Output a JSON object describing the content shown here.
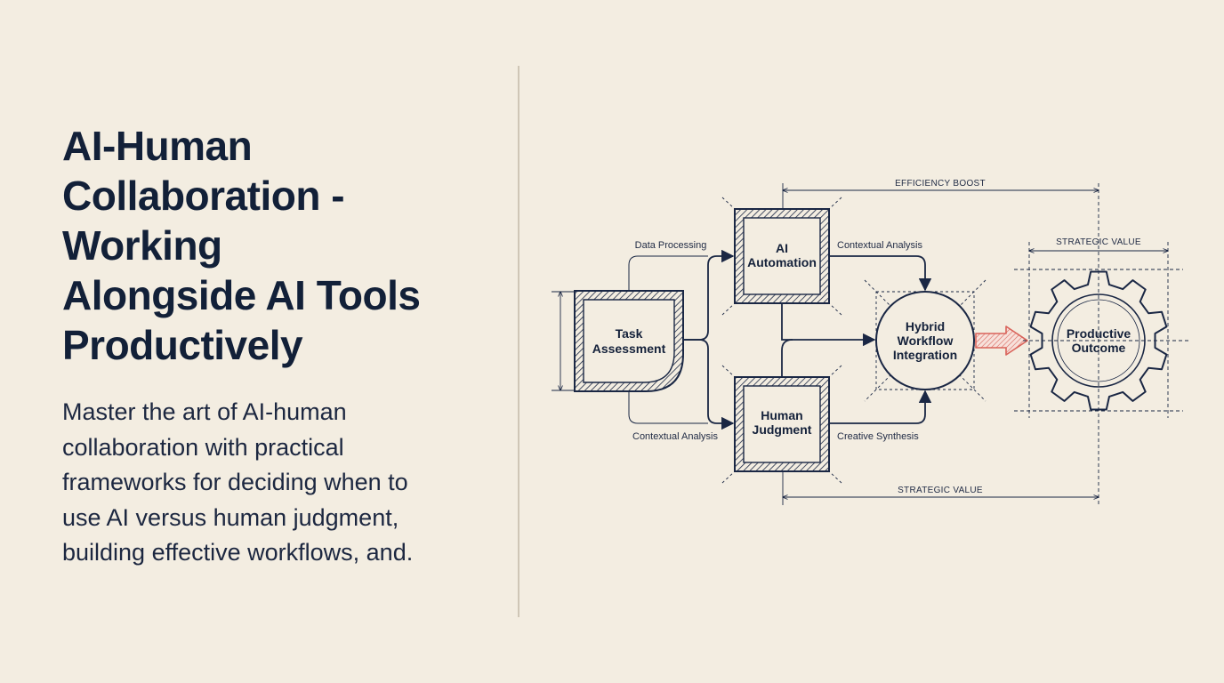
{
  "title_lines": [
    "AI-Human",
    "Collaboration -",
    "Working",
    "Alongside AI Tools",
    "Productively"
  ],
  "subtitle_lines": [
    "Master the art of AI-human",
    "collaboration with practical",
    "frameworks for deciding when to",
    "use AI versus human judgment,",
    "building effective workflows, and."
  ],
  "diagram": {
    "nodes": {
      "task": [
        "Task",
        "Assessment"
      ],
      "ai": [
        "AI",
        "Automation"
      ],
      "human": [
        "Human",
        "Judgment"
      ],
      "hybrid": [
        "Hybrid",
        "Workflow",
        "Integration"
      ],
      "outcome": [
        "Productive",
        "Outcome"
      ]
    },
    "edge_labels": {
      "data_processing": "Data Processing",
      "contextual_analysis_top": "Contextual Analysis",
      "contextual_analysis_bottom": "Contextual Analysis",
      "creative_synthesis": "Creative Synthesis"
    },
    "dimensions": {
      "efficiency_boost": "EFFICIENCY BOOST",
      "strategic_value_right": "STRATEGIC VALUE",
      "strategic_value_bottom": "STRATEGIC VALUE"
    },
    "colors": {
      "ink": "#1a2744",
      "accent": "#d9635a",
      "paper": "#f3ede1"
    }
  }
}
